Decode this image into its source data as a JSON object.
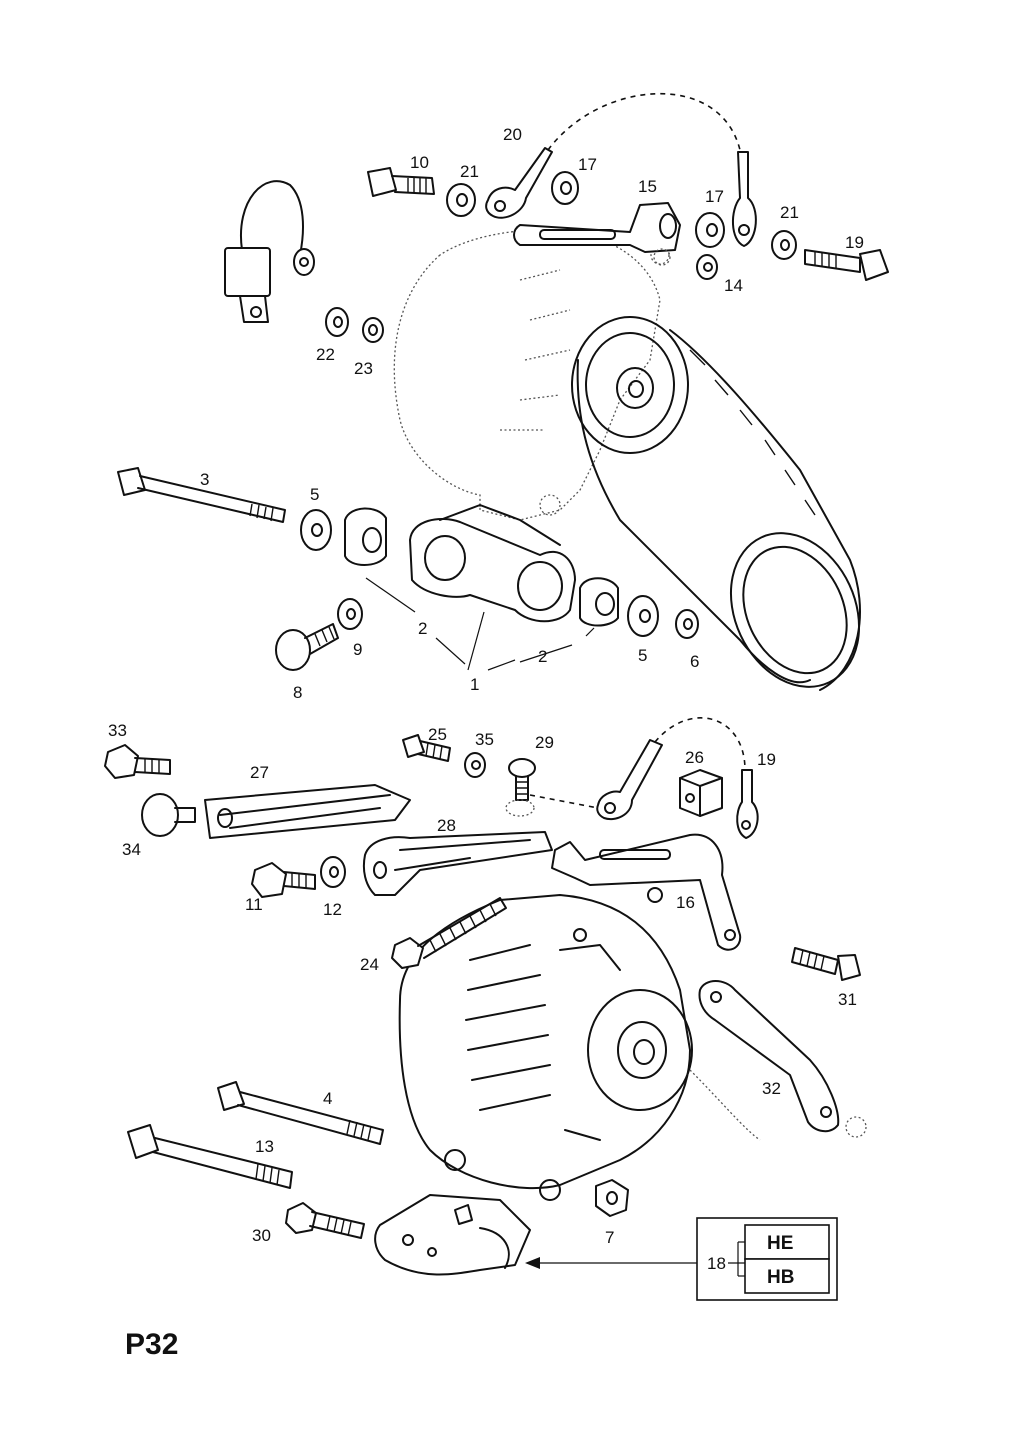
{
  "page": {
    "code": "P32"
  },
  "callouts": {
    "c1": "1",
    "c2a": "2",
    "c2b": "2",
    "c3": "3",
    "c4": "4",
    "c5a": "5",
    "c5b": "5",
    "c6": "6",
    "c7": "7",
    "c8": "8",
    "c9": "9",
    "c10": "10",
    "c11": "11",
    "c12": "12",
    "c13": "13",
    "c14": "14",
    "c15": "15",
    "c16": "16",
    "c17a": "17",
    "c17b": "17",
    "c18": "18",
    "c19a": "19",
    "c19b": "19",
    "c20": "20",
    "c21a": "21",
    "c21b": "21",
    "c22": "22",
    "c23": "23",
    "c24": "24",
    "c25": "25",
    "c26": "26",
    "c27": "27",
    "c28": "28",
    "c29": "29",
    "c30": "30",
    "c31": "31",
    "c32": "32",
    "c33": "33",
    "c34": "34",
    "c35": "35"
  },
  "variant_table": {
    "rows": [
      "HE",
      "HB"
    ]
  }
}
